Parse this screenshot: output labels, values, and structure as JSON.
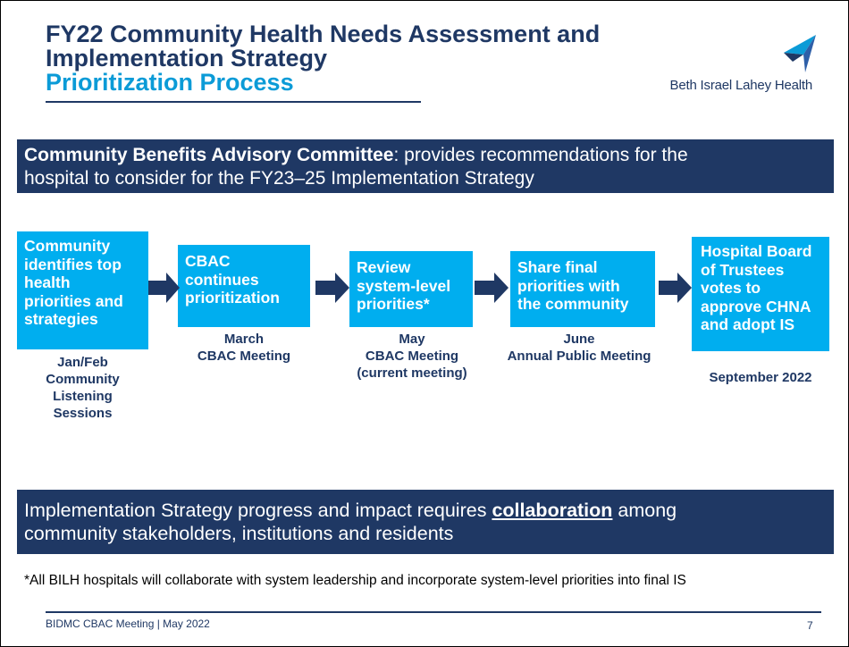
{
  "header": {
    "title_line1": "FY22 Community Health Needs Assessment and",
    "title_line2": "Implementation Strategy",
    "subtitle": "Prioritization Process",
    "logo_text": "Beth Israel Lahey Health",
    "logo_icon": "blue-swoosh-icon"
  },
  "committee_band": {
    "bold": "Community Benefits Advisory Committee",
    "rest_line1": ": provides recommendations for the",
    "line2": "hospital to consider for the FY23–25 Implementation Strategy"
  },
  "process": {
    "steps": [
      {
        "lines": [
          "Community",
          "identifies top",
          "health",
          "priorities and",
          "strategies"
        ],
        "caption": [
          "Jan/Feb",
          "Community",
          "Listening",
          "Sessions"
        ]
      },
      {
        "lines": [
          "CBAC",
          "continues",
          "prioritization"
        ],
        "caption": [
          "March",
          "CBAC Meeting"
        ]
      },
      {
        "lines": [
          "Review",
          "system-level",
          "priorities*"
        ],
        "caption": [
          "May",
          "CBAC Meeting",
          "(current meeting)"
        ]
      },
      {
        "lines": [
          "Share final",
          "priorities with",
          "the community"
        ],
        "caption": [
          "June",
          "Annual Public Meeting"
        ]
      },
      {
        "lines": [
          "Hospital Board",
          "of Trustees",
          "votes to",
          "approve CHNA",
          "and adopt IS"
        ],
        "caption": [
          "September 2022"
        ]
      }
    ]
  },
  "collab_band": {
    "pre": "Implementation Strategy progress and impact requires ",
    "emph": "collaboration",
    "post": " among",
    "line2": "community stakeholders, institutions and residents"
  },
  "footnote": "*All BILH hospitals will collaborate with system leadership and incorporate system-level priorities into final IS",
  "footer": {
    "left": "BIDMC CBAC Meeting | May 2022",
    "page": "7"
  },
  "colors": {
    "navy": "#1f3864",
    "cyan": "#00aeef",
    "arrow": "#1f3864"
  }
}
